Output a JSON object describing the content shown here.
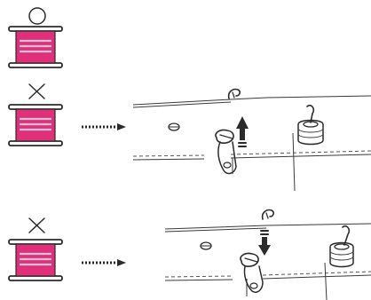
{
  "figure": {
    "rows": [
      {
        "id": "row-correct",
        "mark": "○",
        "mark_meaning": "circle-icon",
        "has_detail": false
      },
      {
        "id": "row-wrong-upper",
        "mark": "×",
        "mark_meaning": "cross-icon",
        "has_detail": true,
        "arrow_direction": "up"
      },
      {
        "id": "row-wrong-lower",
        "mark": "×",
        "mark_meaning": "cross-icon",
        "has_detail": true,
        "arrow_direction": "down"
      }
    ],
    "colors": {
      "bobbin_thread": "#e0307a",
      "bobbin_stripe": "#f7c2da",
      "ink": "#2b2b2b",
      "background": "#ffffff"
    },
    "icons": [
      "bobbin-icon",
      "dotted-arrow-icon",
      "tension-spring-icon",
      "spool-pin-icon",
      "screw-icon"
    ]
  }
}
